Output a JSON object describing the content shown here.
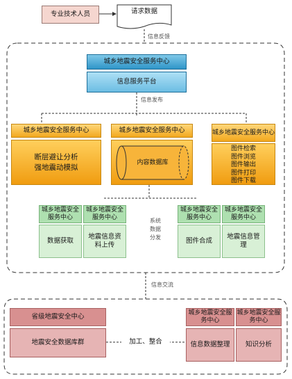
{
  "top": {
    "staff": "专业技术人员",
    "request": "请求数据",
    "info_feedback": "信息反馈"
  },
  "blue": {
    "title": "城乡地震安全服务中心",
    "platform": "信息服务平台",
    "publish": "信息发布"
  },
  "orange": {
    "left_title": "城乡地震安全服务中心",
    "left_body_1": "断层避让分析",
    "left_body_2": "强地震动模拟",
    "mid_title": "城乡地震安全服务中心",
    "mid_body": "内容数据库",
    "right_title": "城乡地震安全服务中心",
    "right_items": [
      "图件检索",
      "图件浏览",
      "图件输出",
      "图件打印",
      "图件下载"
    ]
  },
  "green": {
    "center_title": "城乡地震安全服务中心",
    "box1": "数据获取",
    "box2": "地震信息资料上传",
    "box3": "图件合成",
    "box4": "地震信息管理",
    "sys_label_1": "系统",
    "sys_label_2": "数据",
    "sys_label_3": "分发"
  },
  "middle": {
    "label": "信息交流"
  },
  "bottom": {
    "prov_title": "省级地震安全中心",
    "db": "地震安全数据库群",
    "process": "加工、整合",
    "center_title": "城乡地震安全服务中心",
    "data_sort": "信息数据整理",
    "knowledge": "知识分析"
  },
  "colors": {
    "blue": "#2f95c8",
    "orange": "#f2a81e",
    "green": "#aee0b0",
    "pink": "#d89090"
  }
}
